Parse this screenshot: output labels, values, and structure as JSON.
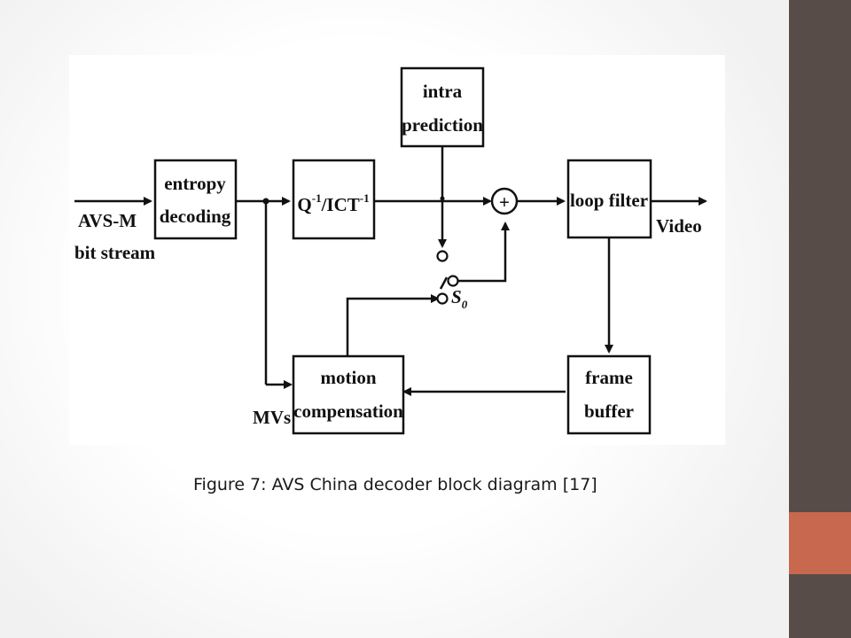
{
  "diagram": {
    "blocks": {
      "entropy": {
        "line1": "entropy",
        "line2": "decoding"
      },
      "iq": {
        "q": "Q",
        "q_sup": "-1",
        "sep": "/ICT",
        "ict_sup": "-1"
      },
      "intra": {
        "line1": "intra",
        "line2": "prediction"
      },
      "loop": {
        "line1": "loop filter"
      },
      "frame": {
        "line1": "frame",
        "line2": "buffer"
      },
      "motion": {
        "line1": "motion",
        "line2": "compensation"
      }
    },
    "summer_symbol": "+",
    "labels": {
      "input_line1": "AVS-M",
      "input_line2": "bit stream",
      "output": "Video",
      "mvs": "MVs",
      "switch": "S",
      "switch_sub": "0"
    }
  },
  "caption": "Figure 7: AVS China decoder block diagram [17]",
  "colors": {
    "side_bar": "#574c47",
    "side_accent": "#c8684f",
    "diagram_stroke": "#111111"
  }
}
